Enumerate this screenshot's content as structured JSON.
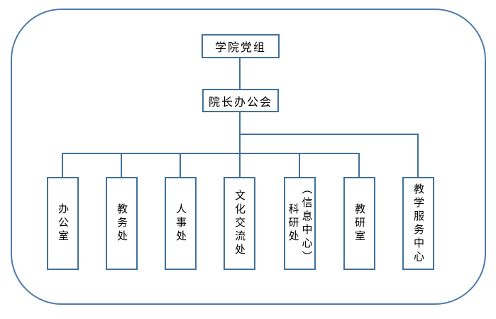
{
  "diagram": {
    "type": "org-chart",
    "root": {
      "label": "学院党组"
    },
    "executive": {
      "label": "院长办公会"
    },
    "departments": [
      {
        "label": "办公室"
      },
      {
        "label": "教务处"
      },
      {
        "label": "人事处"
      },
      {
        "label": "文化交流处"
      },
      {
        "label": "（信息中心）\n科研处",
        "full_label": "科研处（信息中心）"
      },
      {
        "label": "教研室"
      },
      {
        "label": "教学服务中心"
      }
    ],
    "colors": {
      "outer_border": "#4d7ca9",
      "box_border": "#41719c",
      "connector": "#41719c",
      "text": "#000000",
      "background": "#ffffff"
    }
  }
}
